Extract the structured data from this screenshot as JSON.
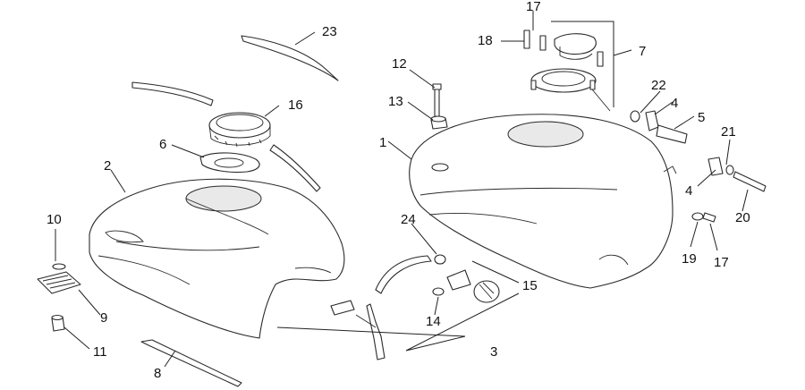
{
  "callouts": [
    {
      "id": "c1",
      "label": "1"
    },
    {
      "id": "c2",
      "label": "2"
    },
    {
      "id": "c3",
      "label": "3"
    },
    {
      "id": "c4a",
      "label": "4"
    },
    {
      "id": "c4b",
      "label": "4"
    },
    {
      "id": "c5",
      "label": "5"
    },
    {
      "id": "c6",
      "label": "6"
    },
    {
      "id": "c7",
      "label": "7"
    },
    {
      "id": "c8",
      "label": "8"
    },
    {
      "id": "c9",
      "label": "9"
    },
    {
      "id": "c10",
      "label": "10"
    },
    {
      "id": "c11",
      "label": "11"
    },
    {
      "id": "c12",
      "label": "12"
    },
    {
      "id": "c13",
      "label": "13"
    },
    {
      "id": "c14",
      "label": "14"
    },
    {
      "id": "c15",
      "label": "15"
    },
    {
      "id": "c16",
      "label": "16"
    },
    {
      "id": "c17a",
      "label": "17"
    },
    {
      "id": "c17b",
      "label": "17"
    },
    {
      "id": "c18",
      "label": "18"
    },
    {
      "id": "c19",
      "label": "19"
    },
    {
      "id": "c20",
      "label": "20"
    },
    {
      "id": "c21",
      "label": "21"
    },
    {
      "id": "c22",
      "label": "22"
    },
    {
      "id": "c23",
      "label": "23"
    },
    {
      "id": "c24",
      "label": "24"
    }
  ]
}
